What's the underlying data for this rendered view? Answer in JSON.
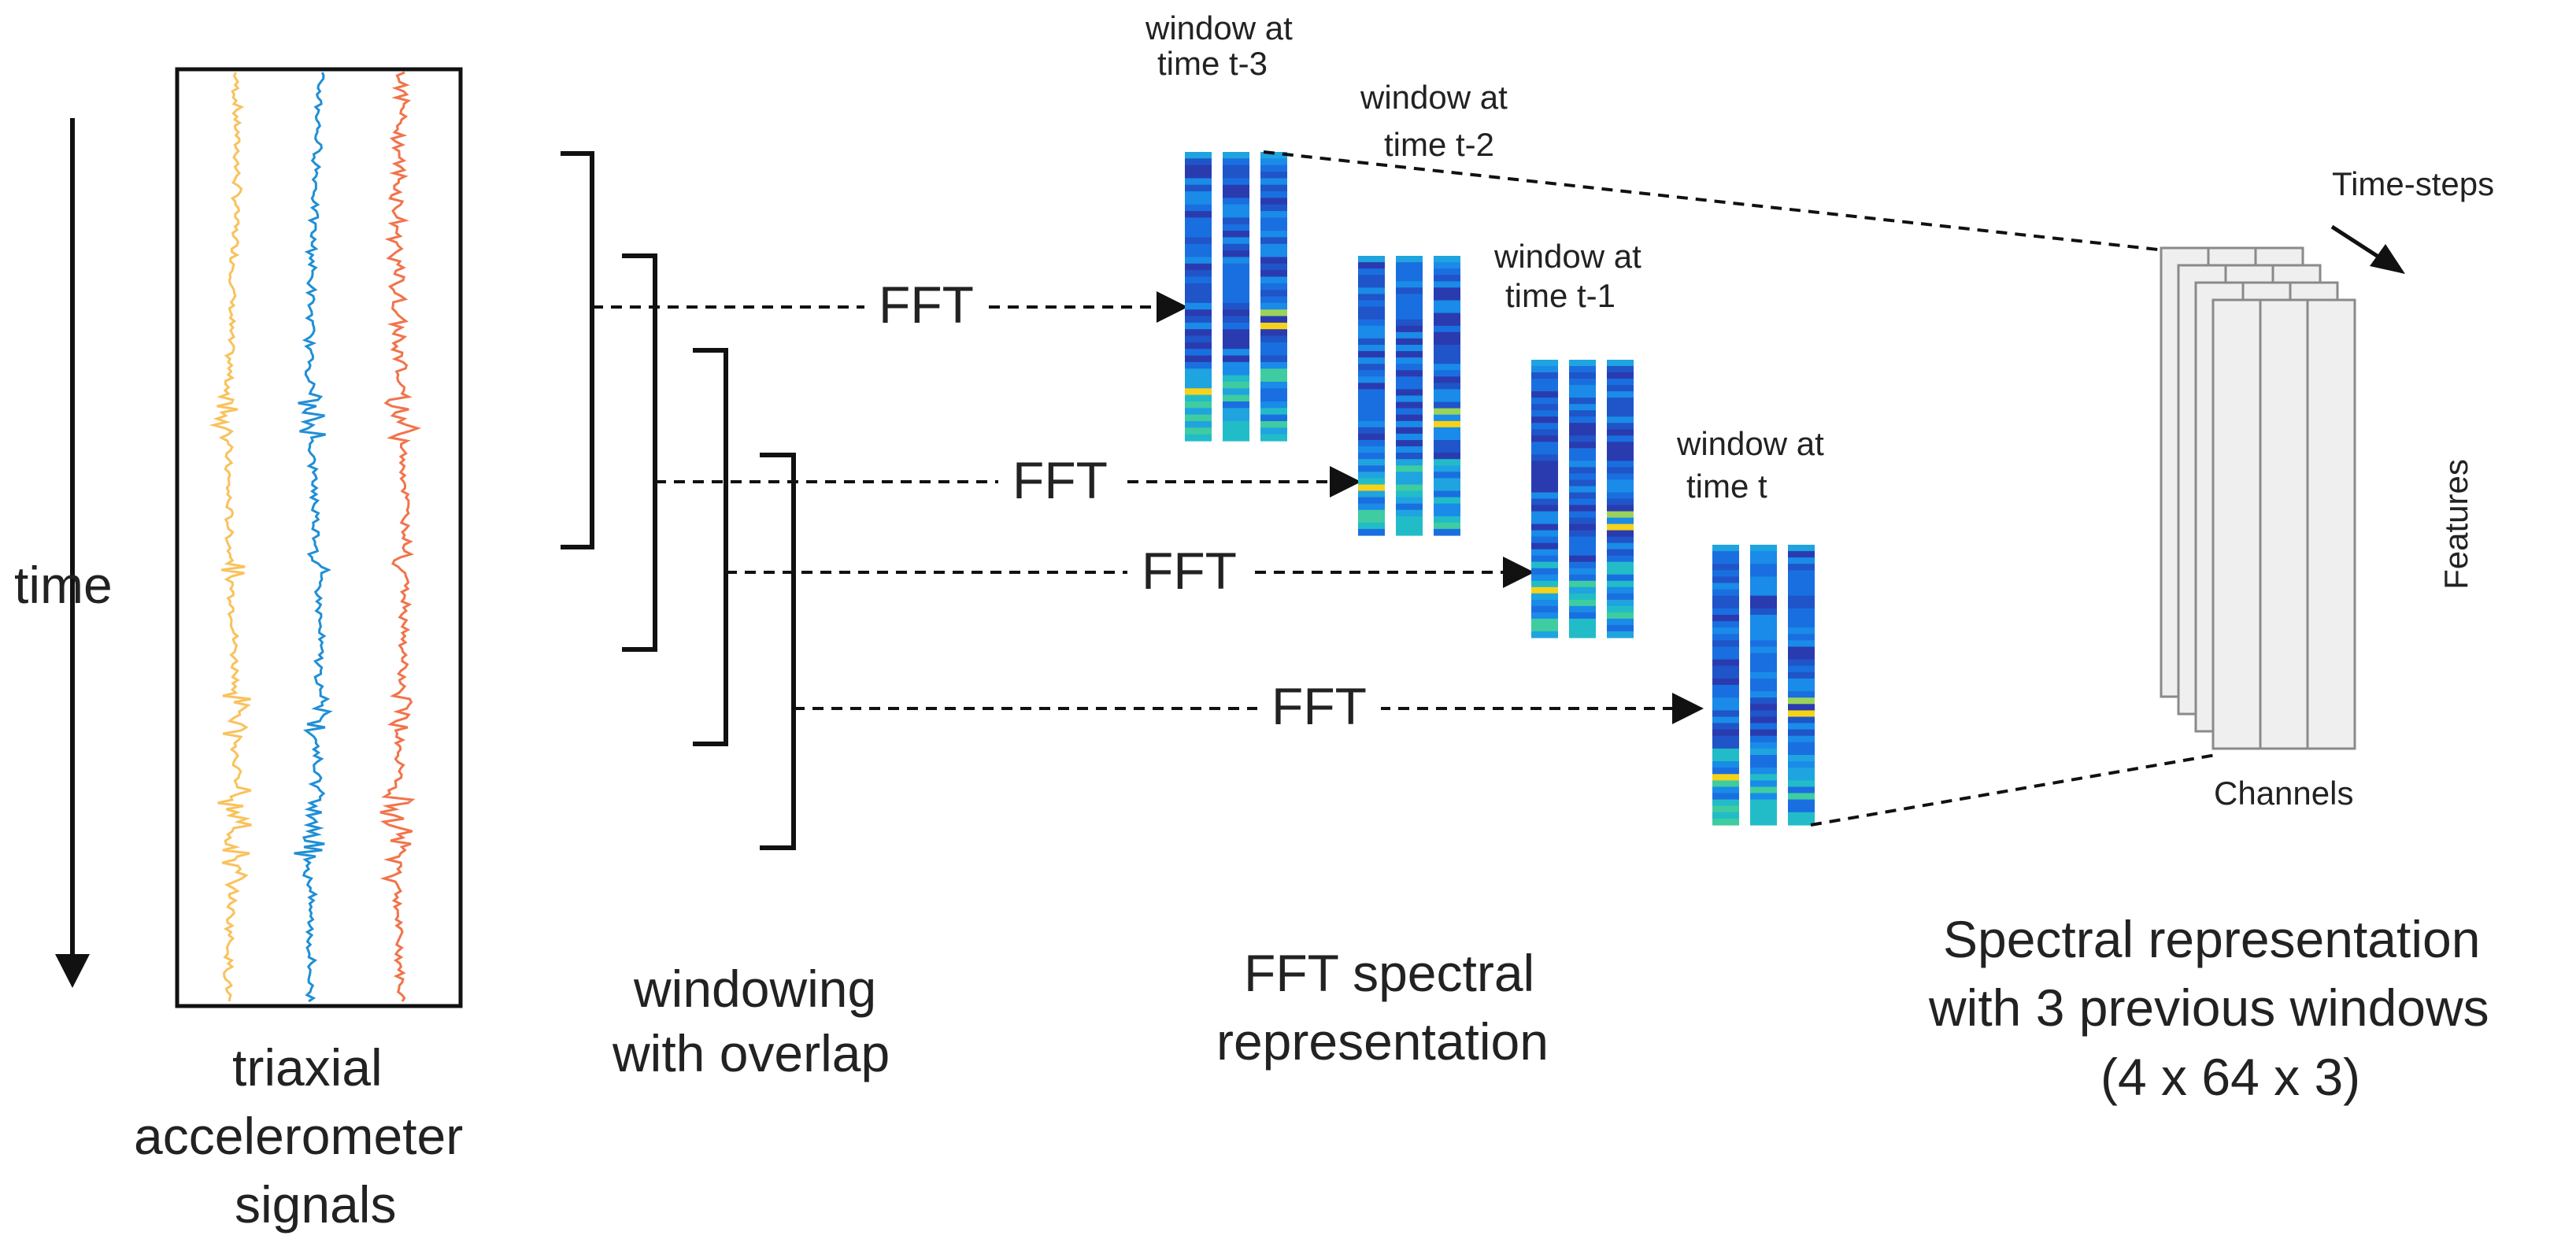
{
  "labels": {
    "time": "time",
    "signals_caption": [
      "triaxial",
      "accelerometer",
      "signals"
    ],
    "windowing_caption": [
      "windowing",
      "with overlap"
    ],
    "fft_caption": [
      "FFT spectral",
      "representation"
    ],
    "spectral_caption": [
      "Spectral representation",
      "with 3 previous windows",
      "(4 x 64 x 3)"
    ],
    "fft": "FFT",
    "time_steps": "Time-steps",
    "features": "Features",
    "channels": "Channels"
  },
  "windows": [
    {
      "line1": "window at",
      "line2": "time t-3"
    },
    {
      "line1": "window at",
      "line2": "time t-2"
    },
    {
      "line1": "window at",
      "line2": "time t-1"
    },
    {
      "line1": "window at",
      "line2": "time t"
    }
  ],
  "colors": {
    "signal_x": "#f9c25c",
    "signal_y": "#1f8fd6",
    "signal_z": "#f2734a",
    "spectrogram_base": "#2b2c9e",
    "spectrogram_mid": "#1a6fe0",
    "spectrogram_high": "#f6d21a",
    "cube_fill": "#efefef",
    "cube_stroke": "#8a8a8a"
  }
}
